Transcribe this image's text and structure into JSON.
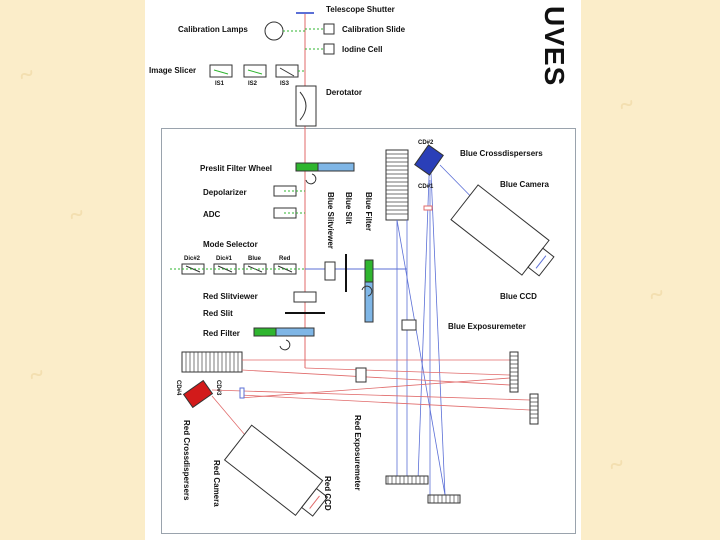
{
  "title": "UVES",
  "labels": {
    "telescope_shutter": "Telescope Shutter",
    "calibration_lamps": "Calibration Lamps",
    "calibration_slide": "Calibration Slide",
    "iodine_cell": "Iodine Cell",
    "image_slicer": "Image Slicer",
    "is1": "IS1",
    "is2": "IS2",
    "is3": "IS3",
    "derotator": "Derotator",
    "cd2": "CD#2",
    "cd1": "CD#1",
    "blue_crossdispersers": "Blue Crossdispersers",
    "blue_camera": "Blue Camera",
    "blue_ccd": "Blue CCD",
    "preslit_filter_wheel": "Preslit Filter Wheel",
    "depolarizer": "Depolarizer",
    "adc": "ADC",
    "blue_slitviewer": "Blue Slitviewer",
    "blue_slit": "Blue Slit",
    "blue_filter": "Blue Filter",
    "mode_selector": "Mode Selector",
    "dic2": "Dic#2",
    "dic1": "Dic#1",
    "blue": "Blue",
    "red": "Red",
    "red_slitviewer": "Red Slitviewer",
    "red_slit": "Red Slit",
    "red_filter": "Red Filter",
    "blue_exposuremeter": "Blue Exposuremeter",
    "cd4": "CD#4",
    "cd3": "CD#3",
    "red_crossdispersers": "Red Crossdispersers",
    "red_camera": "Red Camera",
    "red_exposuremeter": "Red Exposuremeter",
    "red_ccd": "Red CCD"
  },
  "colors": {
    "background": "#fbedc9",
    "red_beam": "#e06a6a",
    "blue_beam": "#5b6fd6",
    "green_element": "#2fb52f",
    "blue_element": "#7fb6e6",
    "red_crossdisperser": "#d21a1a",
    "blue_crossdisperser": "#2a3fb8"
  }
}
